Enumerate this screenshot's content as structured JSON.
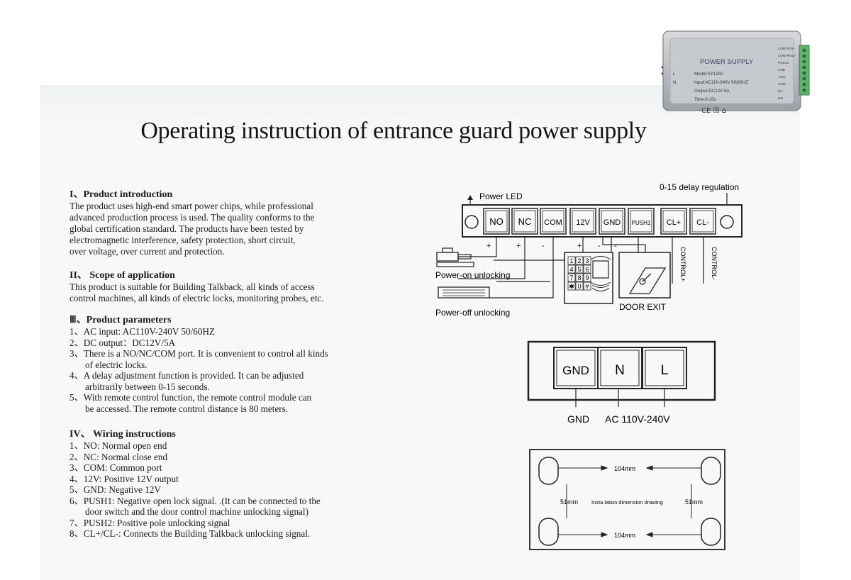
{
  "title": "Operating instruction of entrance guard power supply",
  "sections": {
    "intro": {
      "heading": "I、Product introduction",
      "lines": [
        "The product uses high-end smart power chips, while professional",
        "advanced production process is used. The quality conforms to the",
        "global certification standard. The products have been tested by",
        "electromagnetic interference, safety protection, short circuit,",
        "over voltage, over current  and protection."
      ]
    },
    "scope": {
      "heading": "II、 Scope of application",
      "lines": [
        "This product is suitable for Building Talkback, all kinds of access",
        "control machines, all kinds of electric locks, monitoring probes, etc."
      ]
    },
    "params": {
      "heading": "Ⅲ、Product parameters",
      "items": [
        "1、AC input: AC110V-240V  50/60HZ",
        "2、DC output：DC12V/5A",
        "3、There is a NO/NC/COM port. It is convenient to control all kinds",
        "      of electric locks.",
        "4、A delay adjustment function is provided. It can be adjusted",
        "      arbitrarily between 0-15 seconds.",
        "5、With remote control function, the remote control module can",
        "      be accessed. The remote control distance is 80 meters."
      ]
    },
    "wiring": {
      "heading": "IV、 Wiring instructions",
      "items": [
        "1、NO:  Normal open end",
        "2、NC:  Normal close end",
        "3、COM:  Common port",
        "4、12V:  Positive 12V output",
        "5、GND:  Negative 12V",
        "6、PUSH1: Negative open lock signal. .(It can be connected to the",
        "     door switch and the door control machine unlocking signal)",
        "7、PUSH2: Positive pole unlocking signal",
        "8、CL+/CL-: Connects the Building Talkback unlocking signal."
      ]
    }
  },
  "device": {
    "brand": "POWER SUPPLY",
    "model": "Model:SY1250",
    "input": "Input:AC110-240V   50/60HZ",
    "output": "Output:DC12V  5A",
    "time": "Time:0-15s",
    "marks": "CE  ☒  ⌂",
    "left_labels": [
      "L",
      "N"
    ],
    "right_labels": [
      "CONTROL-",
      "CONTROL+",
      "PUSH1",
      "GND",
      "+12V",
      "COM",
      "NC",
      "NO"
    ]
  },
  "diagram": {
    "power_led": "Power LED",
    "delay": "0-15 delay regulation",
    "terminals": [
      "NO",
      "NC",
      "COM",
      "12V",
      "GND",
      "PUSH1",
      "CL+",
      "CL-"
    ],
    "polarity": [
      "+",
      "+",
      "-",
      "+",
      "-",
      "-"
    ],
    "power_on": "Power-on  unlocking",
    "power_off": "Power-off  unlocking",
    "door_exit": "DOOR EXIT",
    "control_plus": "CONTROL+",
    "control_minus": "CONTROL-",
    "keypad": [
      "1",
      "2",
      "3",
      "4",
      "5",
      "6",
      "7",
      "8",
      "9",
      "✱",
      "0",
      "#"
    ],
    "ac_terminals": [
      "GND",
      "N",
      "L"
    ],
    "ac_gnd": "GND",
    "ac_label": "AC 110V-240V",
    "dim_top": "104mm",
    "dim_bottom": "104mm",
    "dim_left": "51mm",
    "dim_right": "51mm",
    "dim_caption": "Insta lation dimension drawing"
  }
}
